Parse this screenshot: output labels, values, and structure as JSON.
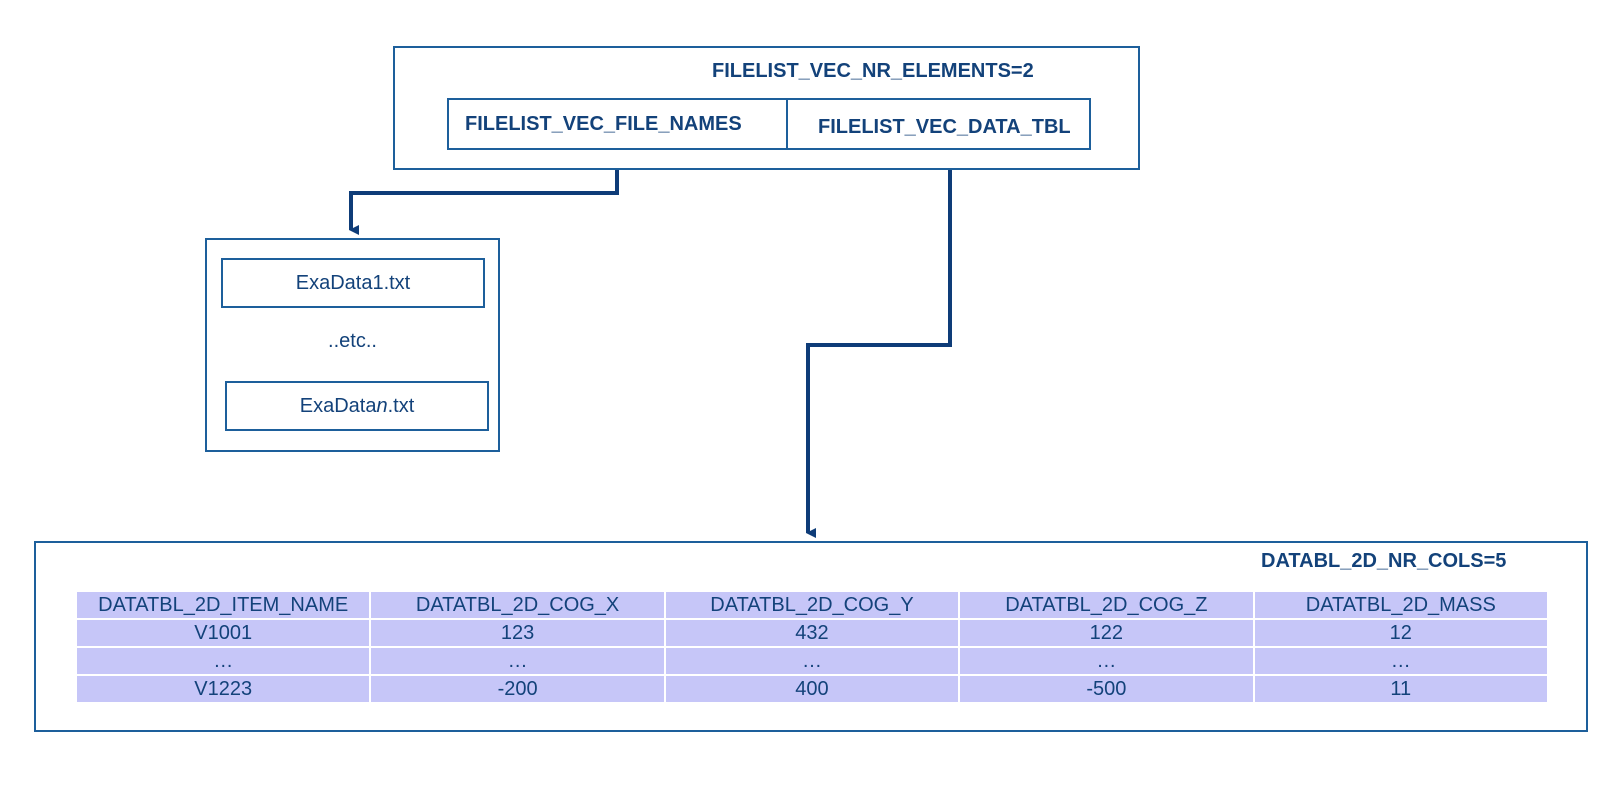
{
  "filelist": {
    "nr_elements_label": "FILELIST_VEC_NR_ELEMENTS=2",
    "file_names_label": "FILELIST_VEC_FILE_NAMES",
    "data_tbl_label": "FILELIST_VEC_DATA_TBL"
  },
  "files": {
    "first": "ExaData1.txt",
    "etc": "..etc..",
    "last_prefix": "ExaData",
    "last_italic": "n",
    "last_suffix": ".txt"
  },
  "datatbl": {
    "nr_cols_label": "DATABL_2D_NR_COLS=5",
    "headers": [
      "DATATBL_2D_ITEM_NAME",
      "DATATBL_2D_COG_X",
      "DATATBL_2D_COG_Y",
      "DATATBL_2D_COG_Z",
      "DATATBL_2D_MASS"
    ],
    "rows": [
      [
        "V1001",
        "123",
        "432",
        "122",
        "12"
      ],
      [
        "…",
        "…",
        "…",
        "…",
        "…"
      ],
      [
        "V1223",
        "-200",
        "400",
        "-500",
        "11"
      ]
    ]
  },
  "colors": {
    "border": "#1d5f9b",
    "arrow": "#0e3c78",
    "text": "#13427a",
    "table_fill": "#c6c6f8"
  }
}
